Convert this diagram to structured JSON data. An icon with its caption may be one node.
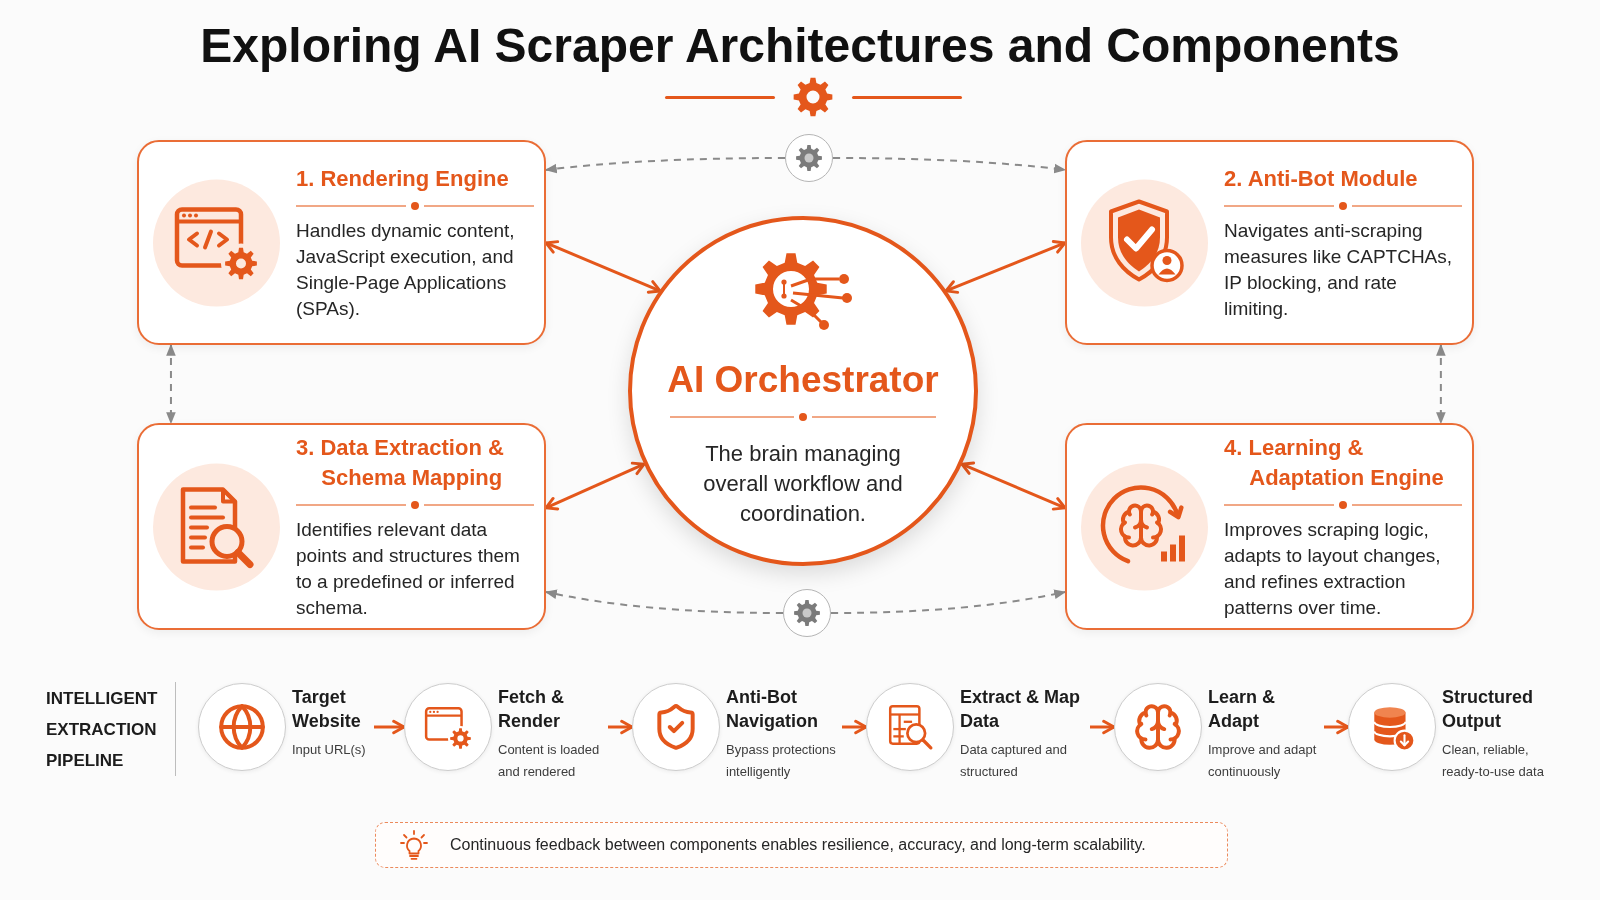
{
  "diagram": {
    "title": "Exploring AI Scraper Architectures and Components",
    "nodes": [
      {
        "text": [
          "1. Rendering Engine",
          "Handles dynamic content, JavaScript execution, and Single-Page Applications (SPAs)."
        ]
      },
      {
        "text": [
          "2. Anti-Bot Module",
          "Navigates anti-scraping measures like CAPTCHAs, IP blocking, and rate limiting."
        ]
      },
      {
        "text": [
          "AI Orchestrator",
          "The brain managing overall workflow and coordination."
        ]
      },
      {
        "text": [
          "3. Data Extraction & Schema Mapping",
          "Identifies relevant data points and structures them to a predefined or inferred schema."
        ]
      },
      {
        "text": [
          "4. Learning & Adaptation Engine",
          "Improves scraping logic, adapts to layout changes, and refines extraction patterns over time."
        ]
      },
      {
        "text": [],
        "shape": "circle"
      },
      {
        "text": [],
        "shape": "circle"
      },
      {
        "text": [
          "Target Website",
          "Input URL(s)"
        ]
      },
      {
        "text": [
          "Fetch & Render",
          "Content is loaded and rendered"
        ]
      },
      {
        "text": [
          "Anti-Bot Navigation",
          "Bypass protections intelligently"
        ]
      },
      {
        "text": [
          "Extract & Map Data",
          "Data captured and structured"
        ]
      },
      {
        "text": [
          "Learn & Adapt",
          "Improve and adapt continuously"
        ]
      },
      {
        "text": [
          "Structured Output",
          "Clean, reliable, ready-to-use data"
        ]
      },
      {
        "text": [
          "Continuous feedback between components enables resilience, accuracy, and long-term scalability."
        ]
      }
    ],
    "edges": [
      {
        "from": 0,
        "to": 2,
        "arrow": "both"
      },
      {
        "from": 1,
        "to": 2,
        "arrow": "both"
      },
      {
        "from": 3,
        "to": 2,
        "arrow": "both"
      },
      {
        "from": 4,
        "to": 2,
        "arrow": "both"
      },
      {
        "from": 5,
        "to": 0,
        "arrow": "to",
        "style": "dashed",
        "color": "#8a8a8a"
      },
      {
        "from": 5,
        "to": 1,
        "arrow": "to",
        "style": "dashed",
        "color": "#8a8a8a"
      },
      {
        "from": 0,
        "to": 3,
        "arrow": "both",
        "style": "dashed",
        "color": "#8a8a8a"
      },
      {
        "from": 1,
        "to": 4,
        "arrow": "both",
        "style": "dashed",
        "color": "#8a8a8a"
      },
      {
        "from": 6,
        "to": 3,
        "arrow": "to",
        "style": "dashed",
        "color": "#8a8a8a"
      },
      {
        "from": 6,
        "to": 4,
        "arrow": "to",
        "style": "dashed",
        "color": "#8a8a8a"
      },
      {
        "from": 7,
        "to": 8,
        "arrow": "to"
      },
      {
        "from": 8,
        "to": 9,
        "arrow": "to"
      },
      {
        "from": 9,
        "to": 10,
        "arrow": "to"
      },
      {
        "from": 10,
        "to": 11,
        "arrow": "to"
      },
      {
        "from": 11,
        "to": 12,
        "arrow": "to"
      }
    ],
    "labels": [
      "INTELLIGENT EXTRACTION PIPELINE"
    ]
  }
}
